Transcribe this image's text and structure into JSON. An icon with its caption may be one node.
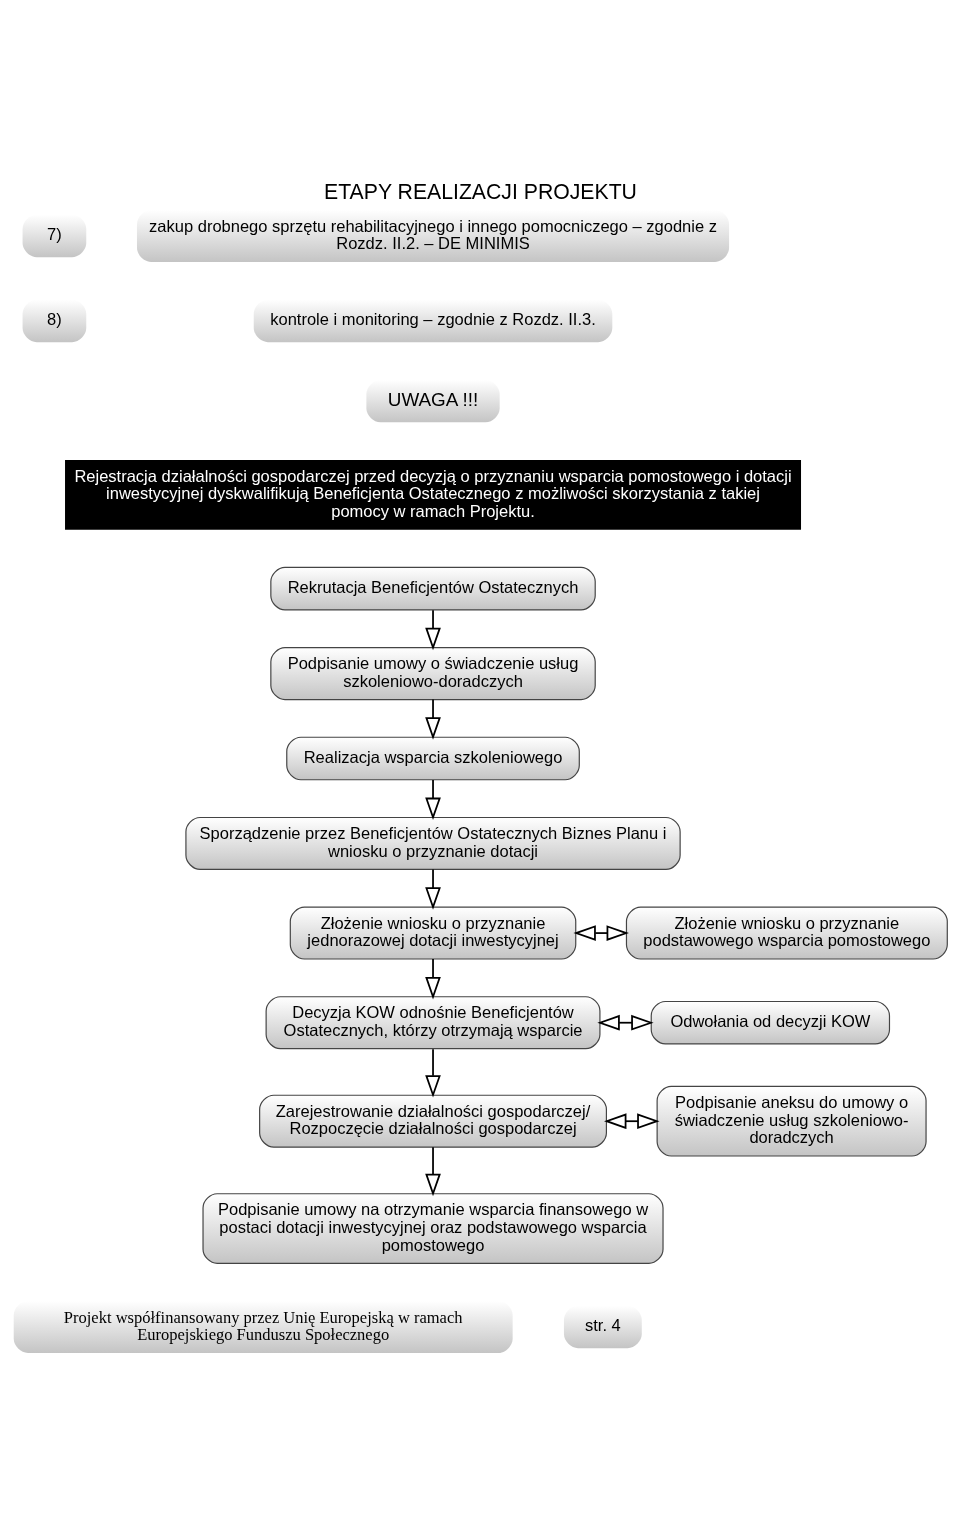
{
  "diagram": {
    "title": "ETAPY REALIZACJI PROJEKTU",
    "nodes": [
      {
        "text": [
          "Rekrutacja Beneficjentów Ostatecznych"
        ]
      },
      {
        "text": [
          "Podpisanie umowy o świadczenie usług szkoleniowo-doradczych"
        ]
      },
      {
        "text": [
          "Realizacja wsparcia szkoleniowego"
        ]
      },
      {
        "text": [
          "Sporządzenie przez Beneficjentów Ostatecznych Biznes Planu i wniosku o przyznanie dotacji"
        ]
      },
      {
        "text": [
          "Złożenie wniosku o przyznanie jednorazowej dotacji inwestycyjnej"
        ]
      },
      {
        "text": [
          "Złożenie wniosku o przyznanie podstawowego wsparcia pomostowego"
        ]
      },
      {
        "text": [
          "Decyzja KOW odnośnie Beneficjentów Ostatecznych, którzy otrzymają wsparcie"
        ]
      },
      {
        "text": [
          "Odwołania od decyzji KOW"
        ]
      },
      {
        "text": [
          "Zarejestrowanie działalności gospodarczej/ Rozpoczęcie działalności gospodarczej"
        ]
      },
      {
        "text": [
          "Podpisanie aneksu do umowy o świadczenie usług szkoleniowo-doradczych"
        ]
      },
      {
        "text": [
          "Podpisanie umowy na otrzymanie wsparcia finansowego w postaci dotacji inwestycyjnej oraz podstawowego wsparcia pomostowego"
        ]
      }
    ],
    "edges": [
      {
        "from": 0,
        "to": 1,
        "arrow": "to"
      },
      {
        "from": 1,
        "to": 2,
        "arrow": "to"
      },
      {
        "from": 2,
        "to": 3,
        "arrow": "to"
      },
      {
        "from": 3,
        "to": 4,
        "arrow": "to"
      },
      {
        "from": 4,
        "to": 5,
        "arrow": "both"
      },
      {
        "from": 4,
        "to": 6,
        "arrow": "to"
      },
      {
        "from": 6,
        "to": 7,
        "arrow": "both"
      },
      {
        "from": 6,
        "to": 8,
        "arrow": "to"
      },
      {
        "from": 8,
        "to": 9,
        "arrow": "both"
      },
      {
        "from": 8,
        "to": 10,
        "arrow": "to"
      }
    ],
    "labels": [
      "7)",
      "zakup drobnego sprzętu rehabilitacyjnego i innego pomocniczego – zgodnie z Rozdz. II.2. – DE MINIMIS",
      "8)",
      "kontrole i monitoring – zgodnie z Rozdz. II.3.",
      "UWAGA !!!",
      "Rejestracja działalności gospodarczej przed decyzją o przyznaniu wsparcia pomostowego i dotacji inwestycyjnej dyskwalifikują Beneficjenta Ostatecznego z możliwości skorzystania z takiej pomocy w ramach Projektu.",
      "Projekt współfinansowany przez Unię Europejską w ramach Europejskiego Funduszu Społecznego",
      "str. 4"
    ]
  }
}
